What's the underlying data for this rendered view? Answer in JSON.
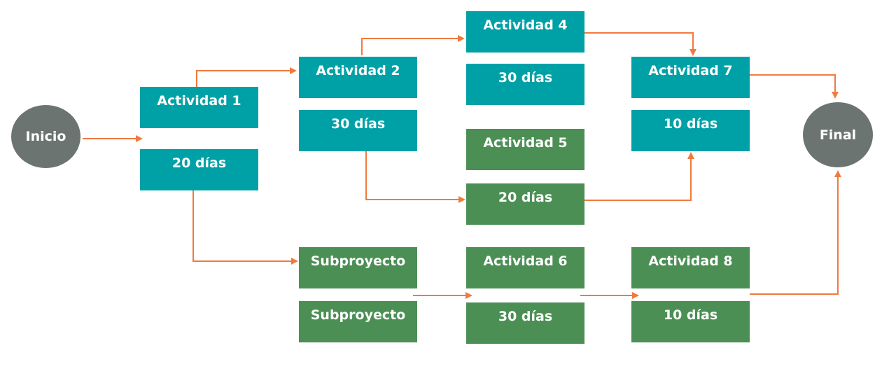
{
  "colors": {
    "teal": "#00A1A6",
    "green": "#4B8F54",
    "circle": "#6C7471",
    "arrow": "#F07A3E",
    "text": "#FFFFFF"
  },
  "nodes": {
    "inicio": "Inicio",
    "final": "Final",
    "actividad_1": {
      "name": "Actividad 1",
      "duration": "20 días"
    },
    "actividad_2": {
      "name": "Actividad 2",
      "duration": "30 días"
    },
    "subproyecto": {
      "name": "Subproyecto",
      "duration": "Subproyecto"
    },
    "actividad_4": {
      "name": "Actividad 4",
      "duration": "30 días"
    },
    "actividad_5": {
      "name": "Actividad 5",
      "duration": "20 días"
    },
    "actividad_6": {
      "name": "Actividad 6",
      "duration": "30 días"
    },
    "actividad_7": {
      "name": "Actividad 7",
      "duration": "10 días"
    },
    "actividad_8": {
      "name": "Actividad 8",
      "duration": "10 días"
    }
  },
  "edges": [
    {
      "from": "Inicio",
      "to": "Actividad 1"
    },
    {
      "from": "Actividad 1",
      "to": "Actividad 2"
    },
    {
      "from": "Actividad 1",
      "to": "Subproyecto"
    },
    {
      "from": "Actividad 2",
      "to": "Actividad 4"
    },
    {
      "from": "Actividad 2",
      "to": "Actividad 5"
    },
    {
      "from": "Actividad 4",
      "to": "Actividad 7"
    },
    {
      "from": "Actividad 5",
      "to": "Actividad 7"
    },
    {
      "from": "Subproyecto",
      "to": "Actividad 6"
    },
    {
      "from": "Actividad 6",
      "to": "Actividad 8"
    },
    {
      "from": "Actividad 7",
      "to": "Final"
    },
    {
      "from": "Actividad 8",
      "to": "Final"
    }
  ]
}
